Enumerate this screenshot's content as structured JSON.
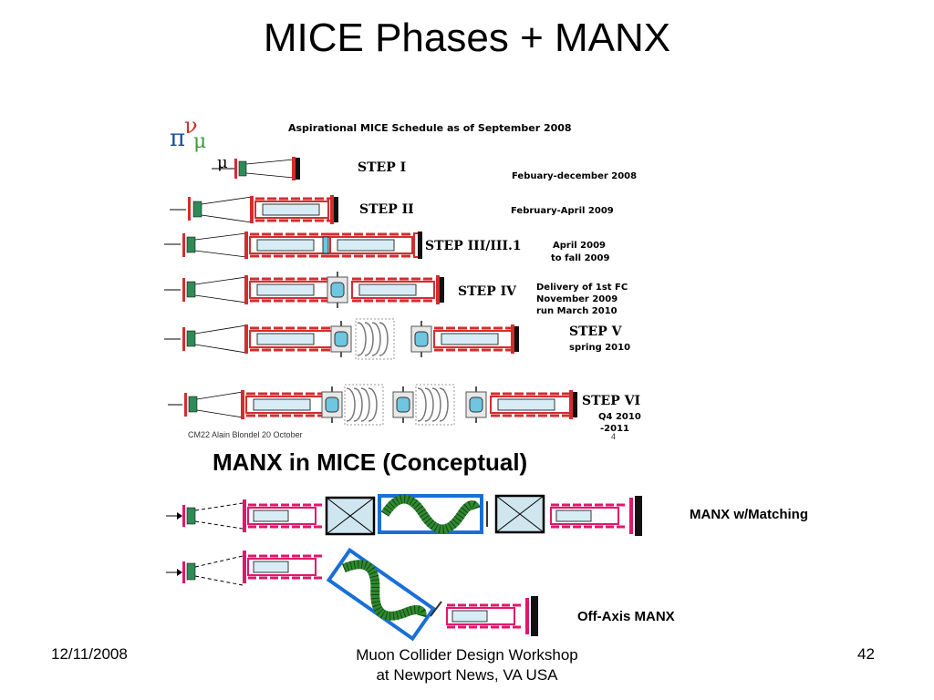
{
  "slide": {
    "title": "MICE Phases + MANX",
    "subtitle": "MANX in MICE (Conceptual)"
  },
  "schedule_figure": {
    "heading": "Aspirational MICE Schedule as of September 2008",
    "mu_symbol": "μ",
    "steps": [
      {
        "label": "STEP I",
        "date_lines": [
          "Febuary-december 2008"
        ]
      },
      {
        "label": "STEP II",
        "date_lines": [
          "February-April 2009"
        ]
      },
      {
        "label": "STEP III/III.1",
        "date_lines": [
          "April 2009",
          "to fall 2009"
        ]
      },
      {
        "label": "STEP IV",
        "date_lines": [
          "Delivery of 1st FC",
          "November 2009",
          "run March 2010"
        ]
      },
      {
        "label": "STEP V",
        "date_lines": [
          "spring 2010"
        ]
      },
      {
        "label": "STEP VI",
        "date_lines": [
          "Q4 2010",
          "-2011"
        ]
      }
    ],
    "credit": "CM22 Alain Blondel  20 October",
    "page_no": "4",
    "logo_glyphs": {
      "pi": "π",
      "nu": "ν",
      "mu": "μ"
    }
  },
  "manx_figure": {
    "labels": [
      "MANX w/Matching",
      "Off-Axis MANX"
    ]
  },
  "footer": {
    "date": "12/11/2008",
    "center_line1": "Muon Collider Design Workshop",
    "center_line2": "at Newport News, VA USA",
    "page": "42"
  },
  "colors": {
    "magnet_red": "#d42d2d",
    "manx_pink": "#e0176b",
    "green": "#2e8b57",
    "channel_blue": "#1a6fd6",
    "helix_green": "#2d8a2d",
    "tracker_fill": "#d8ecf5"
  }
}
